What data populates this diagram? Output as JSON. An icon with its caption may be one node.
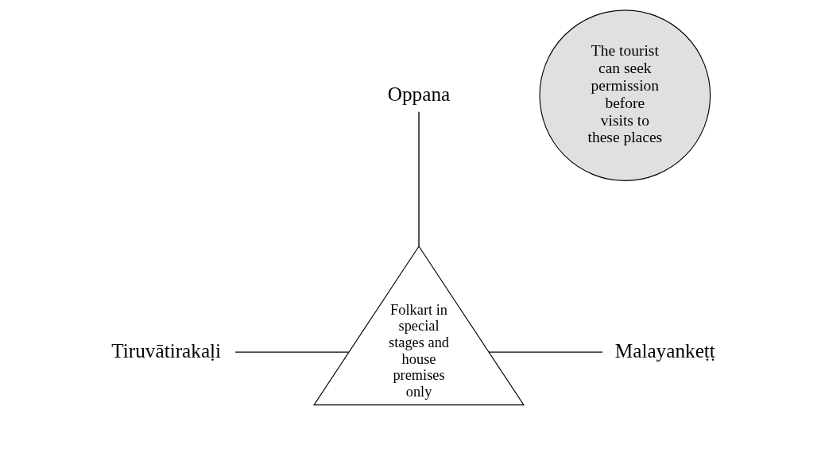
{
  "diagram": {
    "nodes": [
      {
        "text": [
          "Oppana"
        ]
      },
      {
        "text": [
          "Folkart in special stages and house premises only"
        ]
      },
      {
        "text": [
          "Tiruvātirakaḷi"
        ]
      },
      {
        "text": [
          "Malayankeṭṭ"
        ]
      },
      {
        "text": [
          "The tourist can seek permission before visits to these places"
        ]
      }
    ],
    "edges": [
      {
        "from": 0,
        "to": 1,
        "arrow": "none"
      },
      {
        "from": 2,
        "to": 1,
        "arrow": "none"
      },
      {
        "from": 1,
        "to": 3,
        "arrow": "none"
      }
    ]
  }
}
